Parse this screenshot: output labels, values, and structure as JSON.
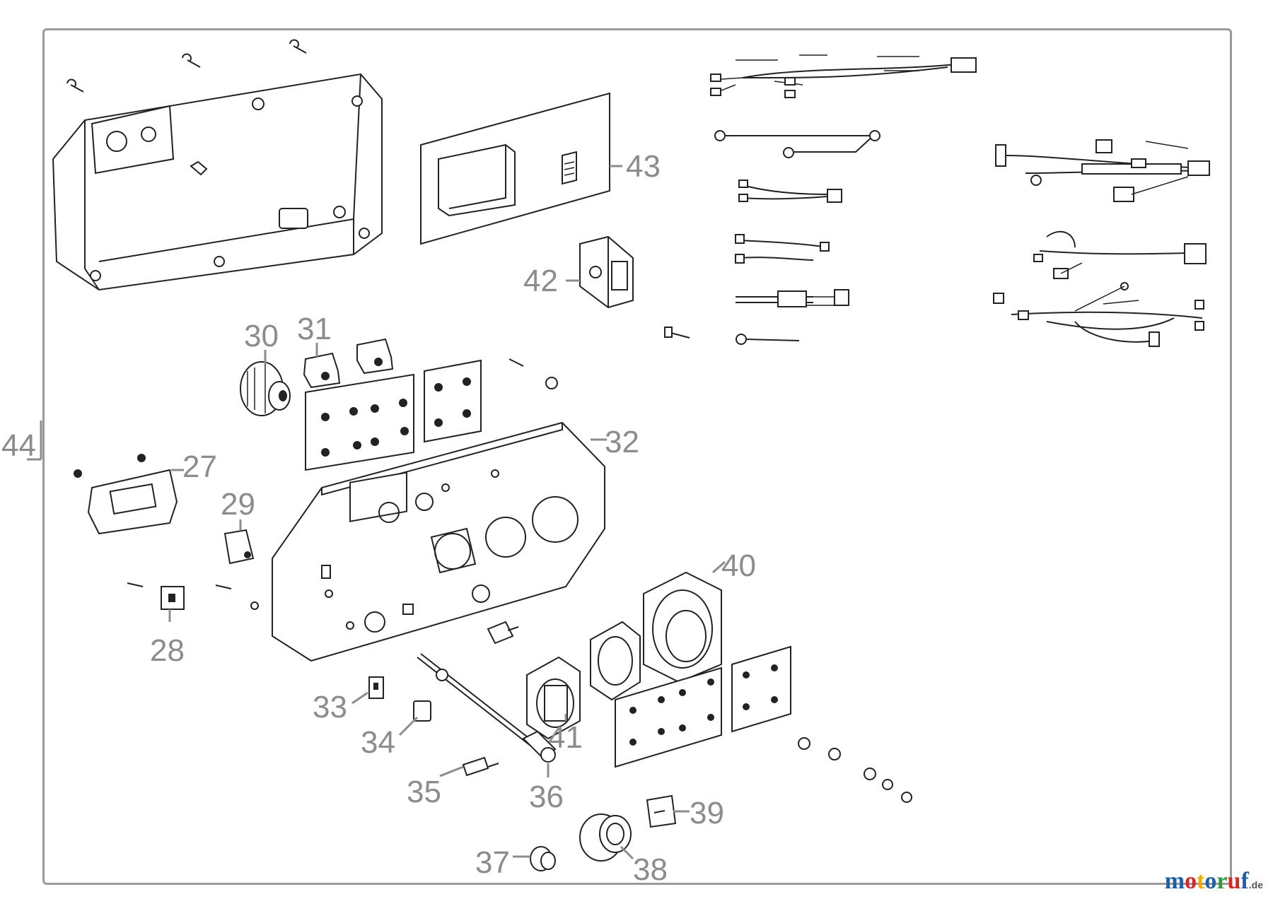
{
  "diagram": {
    "part_labels": [
      "44",
      "27",
      "28",
      "29",
      "30",
      "31",
      "32",
      "33",
      "34",
      "35",
      "36",
      "37",
      "38",
      "39",
      "40",
      "41",
      "42",
      "43"
    ]
  },
  "watermark": {
    "letters": [
      "m",
      "o",
      "t",
      "o",
      "r",
      "u",
      "f"
    ],
    "colors": [
      "#1f5fa8",
      "#d62828",
      "#f2a900",
      "#1f5fa8",
      "#2e9e3a",
      "#d62828",
      "#1f5fa8"
    ],
    "suffix": ".de"
  },
  "colors": {
    "line": "#222222",
    "label": "#8c8c8c",
    "frame": "#9a9a9a"
  }
}
